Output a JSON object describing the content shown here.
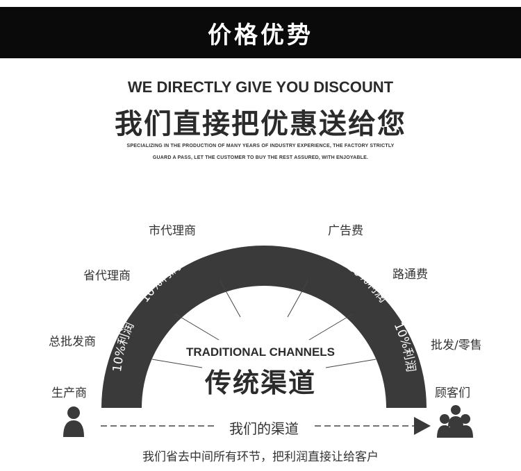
{
  "header": {
    "title": "价格优势"
  },
  "intro": {
    "english_title": "WE DIRECTLY GIVE YOU DISCOUNT",
    "chinese_title": "我们直接把优惠送给您",
    "note_line1": "SPECIALIZING IN THE PRODUCTION OF MANY YEARS OF INDUSTRY EXPERIENCE, THE FACTORY STRICTLY",
    "note_line2": "GUARD A PASS, LET THE CUSTOMER TO BUY THE REST ASSURED, WITH ENJOYABLE."
  },
  "diagram": {
    "left_labels": [
      "生产商",
      "总批发商",
      "省代理商",
      "市代理商"
    ],
    "right_labels": [
      "广告费",
      "路通费",
      "批发/零售",
      "顾客们"
    ],
    "arc_segments": [
      "10%利润",
      "10%利润",
      "10%利润",
      "10%利润",
      "10%利润",
      "10%利润"
    ],
    "center_english": "TRADITIONAL CHANNELS",
    "center_chinese": "传统渠道",
    "channel_label": "我们的渠道"
  },
  "footer": {
    "text": "我们省去中间所有环节，把利润直接让给客户"
  },
  "colors": {
    "dark": "#3a3a3a",
    "header_bg": "#0a0a0a",
    "text": "#333333"
  },
  "icons": {
    "producer": "person-icon",
    "customers": "group-icon"
  }
}
